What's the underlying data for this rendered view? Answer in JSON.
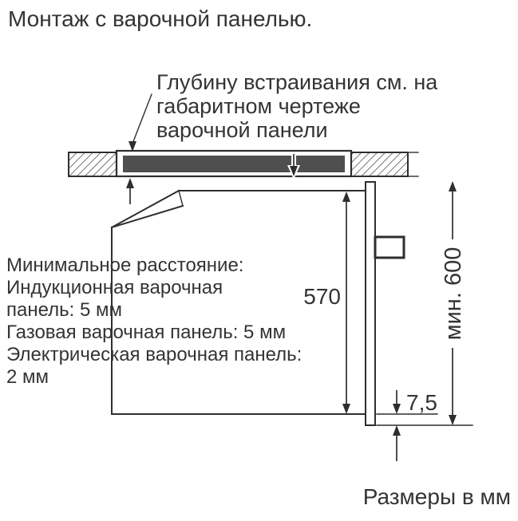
{
  "page": {
    "title": "Монтаж с варочной панелью.",
    "footer": "Размеры в мм"
  },
  "annotation": {
    "lines": [
      "Глубину встраивания см. на",
      "габаритном чертеже",
      "варочной панели"
    ]
  },
  "min_distance_note": {
    "lines": [
      "Минимальное расстояние:",
      "Индукционная варочная",
      "панель: 5 мм",
      "Газовая варочная панель: 5 мм",
      "Электрическая варочная панель:",
      "2 мм"
    ]
  },
  "dimensions": {
    "cavity_height": "570",
    "min_niche_height": "мин. 600",
    "bottom_gap": "7,5"
  },
  "colors": {
    "line": "#2e2e2e",
    "text": "#343434",
    "hob_body": "#4f4f4f"
  }
}
